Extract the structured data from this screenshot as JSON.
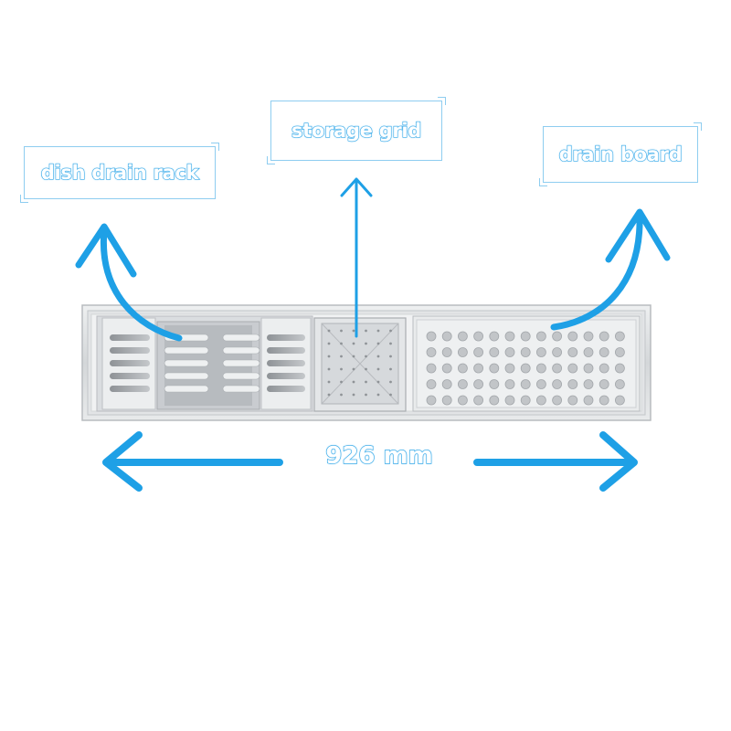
{
  "labels": {
    "dish_drain_rack": "dish drain rack",
    "storage_grid": "storage grid",
    "drain_board": "drain board"
  },
  "dimension": {
    "width_text": "926 mm"
  },
  "colors": {
    "accent_blue": "#1ea0e6",
    "label_outline": "#29a3e6",
    "steel": "#d9dcde"
  },
  "icons": [
    "up-left-curved-arrow",
    "up-arrow",
    "up-right-curved-arrow",
    "left-arrow",
    "right-arrow"
  ]
}
